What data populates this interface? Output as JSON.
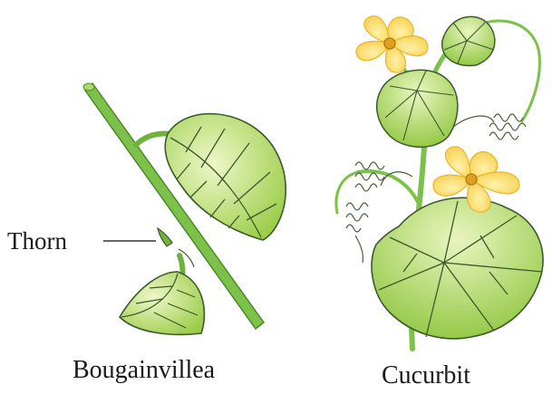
{
  "labels": {
    "thorn": "Thorn",
    "bougainvillea": "Bougainvillea",
    "cucurbit": "Cucurbit"
  },
  "colors": {
    "stem": "#7cc24a",
    "leaf_light": "#d9eda4",
    "leaf_dark": "#8dc63f",
    "vein": "#3c5a2a",
    "petal": "#fde27a",
    "petal_edge": "#e8b830",
    "tendril": "#4a5a3a"
  }
}
